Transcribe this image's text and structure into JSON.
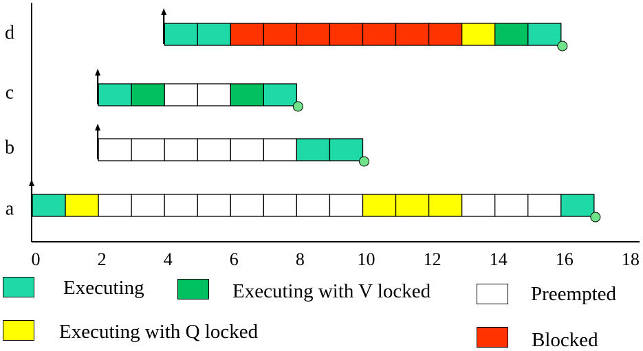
{
  "colors": {
    "executing": "#1fd9a6",
    "executing_v_locked": "#00c060",
    "preempted": "#ffffff",
    "executing_q_locked": "#ffff00",
    "blocked": "#ff3300"
  },
  "chart_data": {
    "type": "gantt",
    "x_ticks": [
      "0",
      "2",
      "4",
      "6",
      "8",
      "10",
      "12",
      "14",
      "16",
      "18"
    ],
    "xlim": [
      0,
      18
    ],
    "tasks": [
      {
        "label": "d",
        "arrival": 4,
        "completion": 16,
        "slots": [
          {
            "t": 4,
            "state": "executing"
          },
          {
            "t": 5,
            "state": "executing"
          },
          {
            "t": 6,
            "state": "blocked"
          },
          {
            "t": 7,
            "state": "blocked"
          },
          {
            "t": 8,
            "state": "blocked"
          },
          {
            "t": 9,
            "state": "blocked"
          },
          {
            "t": 10,
            "state": "blocked"
          },
          {
            "t": 11,
            "state": "blocked"
          },
          {
            "t": 12,
            "state": "blocked"
          },
          {
            "t": 13,
            "state": "executing_q_locked"
          },
          {
            "t": 14,
            "state": "executing_v_locked"
          },
          {
            "t": 15,
            "state": "executing"
          }
        ]
      },
      {
        "label": "c",
        "arrival": 2,
        "completion": 8,
        "slots": [
          {
            "t": 2,
            "state": "executing"
          },
          {
            "t": 3,
            "state": "executing_v_locked"
          },
          {
            "t": 4,
            "state": "preempted"
          },
          {
            "t": 5,
            "state": "preempted"
          },
          {
            "t": 6,
            "state": "executing_v_locked"
          },
          {
            "t": 7,
            "state": "executing"
          }
        ]
      },
      {
        "label": "b",
        "arrival": 2,
        "completion": 10,
        "slots": [
          {
            "t": 2,
            "state": "preempted"
          },
          {
            "t": 3,
            "state": "preempted"
          },
          {
            "t": 4,
            "state": "preempted"
          },
          {
            "t": 5,
            "state": "preempted"
          },
          {
            "t": 6,
            "state": "preempted"
          },
          {
            "t": 7,
            "state": "preempted"
          },
          {
            "t": 8,
            "state": "executing"
          },
          {
            "t": 9,
            "state": "executing"
          }
        ]
      },
      {
        "label": "a",
        "arrival": 0,
        "completion": 17,
        "slots": [
          {
            "t": 0,
            "state": "executing"
          },
          {
            "t": 1,
            "state": "executing_q_locked"
          },
          {
            "t": 2,
            "state": "preempted"
          },
          {
            "t": 3,
            "state": "preempted"
          },
          {
            "t": 4,
            "state": "preempted"
          },
          {
            "t": 5,
            "state": "preempted"
          },
          {
            "t": 6,
            "state": "preempted"
          },
          {
            "t": 7,
            "state": "preempted"
          },
          {
            "t": 8,
            "state": "preempted"
          },
          {
            "t": 9,
            "state": "preempted"
          },
          {
            "t": 10,
            "state": "executing_q_locked"
          },
          {
            "t": 11,
            "state": "executing_q_locked"
          },
          {
            "t": 12,
            "state": "executing_q_locked"
          },
          {
            "t": 13,
            "state": "preempted"
          },
          {
            "t": 14,
            "state": "preempted"
          },
          {
            "t": 15,
            "state": "preempted"
          },
          {
            "t": 16,
            "state": "executing"
          }
        ]
      }
    ]
  },
  "legend": {
    "executing": "Executing",
    "executing_v_locked": "Executing with V locked",
    "preempted": "Preempted",
    "executing_q_locked": "Executing with Q locked",
    "blocked": "Blocked"
  }
}
